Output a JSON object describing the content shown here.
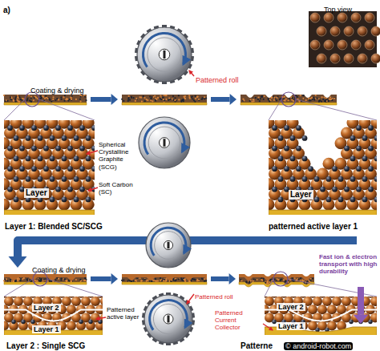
{
  "diagram": {
    "labels": [
      "a)",
      "Top view",
      "Patterned roll",
      "Coating & drying",
      "Spherical Crystalline Graphite (SCG)",
      "Soft Carbon (SC)",
      "Layer",
      "Layer",
      "Layer 1: Blended SC/SCG",
      "patterned active layer 1",
      "Coating & drying",
      "Patterned roll",
      "Patterned active layer",
      "Fast ion & electron transport with high durability",
      "Layer 2",
      "Layer 1",
      "Layer 2",
      "Layer 1",
      "Patterned Current Collector",
      "Layer 2 : Single SCG",
      "Patterne",
      "© android-robot.com"
    ]
  }
}
